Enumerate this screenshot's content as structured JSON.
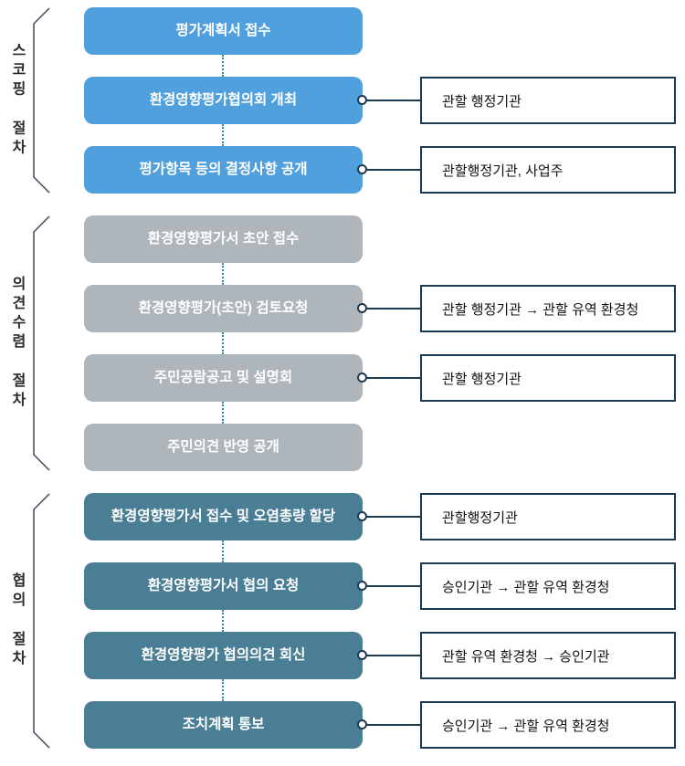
{
  "colors": {
    "scoping_blue": "#4FA0DC",
    "opinion_gray": "#AFB6BB",
    "consultation_teal": "#497E95",
    "connector_navy": "#1C3A52",
    "dotted_teal": "#2E86A0",
    "bracket_gray": "#3A4A5A"
  },
  "groups": [
    {
      "label": "스코핑 절차",
      "color": "#4FA0DC",
      "steps": [
        {
          "title": "평가계획서 접수",
          "side": null
        },
        {
          "title": "환경영향평가협의회 개최",
          "side": "관할 행정기관"
        },
        {
          "title": "평가항목 등의 결정사항 공개",
          "side": "관할행정기관, 사업주"
        }
      ]
    },
    {
      "label": "의견수렴 절차",
      "color": "#AFB6BB",
      "steps": [
        {
          "title": "환경영향평가서 초안 접수",
          "side": null
        },
        {
          "title": "환경영향평가(초안) 검토요청",
          "side": "관할 행정기관 → 관할 유역 환경청"
        },
        {
          "title": "주민공람공고 및 설명회",
          "side": "관할 행정기관"
        },
        {
          "title": "주민의견 반영 공개",
          "side": null
        }
      ]
    },
    {
      "label": "협의 절차",
      "color": "#497E95",
      "steps": [
        {
          "title": "환경영향평가서 접수 및 오염총량 할당",
          "side": "관할행정기관"
        },
        {
          "title": "환경영향평가서 협의 요청",
          "side": "승인기관 → 관할 유역 환경청"
        },
        {
          "title": "환경영향평가 협의의견 회신",
          "side": "관할 유역 환경청 → 승인기관"
        },
        {
          "title": "조치계획 통보",
          "side": "승인기관 → 관할 유역 환경청"
        }
      ]
    }
  ]
}
